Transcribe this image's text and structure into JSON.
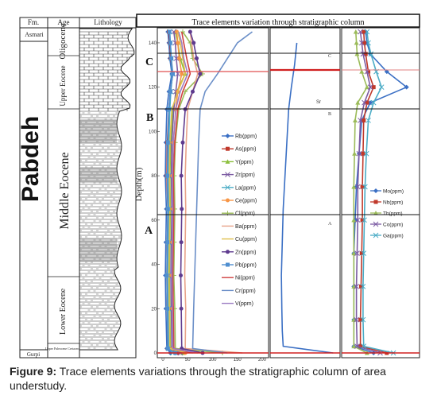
{
  "header": {
    "fm": "Fm.",
    "age": "Age",
    "lithology": "Lithology",
    "chart_title": "Trace elements variation through stratigraphic column"
  },
  "formations": {
    "top": "Asmari",
    "main": "Pabdeh",
    "bottom": "Gurpi"
  },
  "ages": {
    "oligocene": "Oligocene",
    "upper_eocene": "Upper Eocene",
    "middle_eocene": "Middle Eocene",
    "lower_eocene": "Lower Eocene",
    "upper_paleocene": "Upper Paleocene Cretaceous"
  },
  "markers": {
    "a": "A",
    "b": "B",
    "c": "C"
  },
  "caption": {
    "label": "Figure 9:",
    "text": " Trace elements variations through the stratigraphic column of area understudy."
  },
  "chart_data": [
    {
      "type": "line",
      "ylabel": "Depth(m)",
      "xlim": [
        0,
        200
      ],
      "ylim": [
        0,
        145
      ],
      "xticks": [
        0,
        50,
        100,
        150,
        200
      ],
      "yticks": [
        0,
        20,
        40,
        60,
        80,
        100,
        120,
        140
      ],
      "xtick_labels": [
        "0",
        "50",
        "100",
        "150",
        "200"
      ],
      "ytick_labels": [
        "0",
        "20",
        "40",
        "60",
        "80",
        "100",
        "120",
        "140"
      ],
      "grid": false,
      "legend_position": "right",
      "depth": [
        0,
        2,
        20,
        35,
        50,
        65,
        80,
        95,
        110,
        118,
        126,
        133,
        140,
        145
      ],
      "series": [
        {
          "name": "Rb(ppm)",
          "color": "#3a6fc4",
          "marker": "diamond",
          "values": [
            15,
            8,
            6,
            5,
            6,
            7,
            5,
            6,
            8,
            12,
            18,
            14,
            12,
            10
          ]
        },
        {
          "name": "As(ppm)",
          "color": "#c0392b",
          "marker": "square",
          "values": [
            30,
            10,
            9,
            8,
            9,
            10,
            8,
            9,
            12,
            15,
            20,
            16,
            14,
            12
          ]
        },
        {
          "name": "Y(ppm)",
          "color": "#8bbf3c",
          "marker": "triangle",
          "values": [
            40,
            15,
            14,
            13,
            14,
            15,
            14,
            16,
            20,
            28,
            45,
            35,
            30,
            25
          ]
        },
        {
          "name": "Zr(ppm)",
          "color": "#7c5ca3",
          "marker": "x",
          "values": [
            35,
            18,
            17,
            16,
            17,
            18,
            17,
            18,
            22,
            26,
            30,
            27,
            25,
            22
          ]
        },
        {
          "name": "La(ppm)",
          "color": "#4bacc6",
          "marker": "x",
          "values": [
            20,
            12,
            11,
            10,
            11,
            12,
            11,
            12,
            14,
            16,
            19,
            17,
            15,
            14
          ]
        },
        {
          "name": "Ce(ppm)",
          "color": "#f79646",
          "marker": "circle",
          "values": [
            45,
            20,
            19,
            18,
            19,
            20,
            19,
            21,
            26,
            30,
            38,
            33,
            30,
            28
          ]
        },
        {
          "name": "Cl(ppm)",
          "color": "#9bbb59",
          "marker": "plus",
          "values": [
            120,
            25,
            24,
            22,
            23,
            24,
            23,
            25,
            32,
            45,
            80,
            60,
            55,
            40
          ]
        },
        {
          "name": "Ba(ppm)",
          "color": "#e8a38a",
          "marker": "none",
          "values": [
            160,
            45,
            46,
            44,
            45,
            46,
            45,
            47,
            50,
            60,
            70,
            62,
            58,
            55
          ]
        },
        {
          "name": "Cu(ppm)",
          "color": "#e0c050",
          "marker": "none",
          "values": [
            50,
            14,
            13,
            12,
            13,
            14,
            13,
            14,
            18,
            30,
            45,
            40,
            35,
            30
          ]
        },
        {
          "name": "Zn(ppm)",
          "color": "#5e3a8e",
          "marker": "circle",
          "values": [
            80,
            38,
            37,
            36,
            37,
            38,
            37,
            40,
            45,
            60,
            75,
            68,
            62,
            55
          ]
        },
        {
          "name": "Pb(ppm)",
          "color": "#4f8fd0",
          "marker": "square",
          "values": [
            25,
            10,
            9,
            8,
            9,
            10,
            9,
            10,
            12,
            15,
            20,
            17,
            15,
            13
          ]
        },
        {
          "name": "Ni(ppm)",
          "color": "#d04040",
          "marker": "none",
          "values": [
            60,
            22,
            21,
            20,
            21,
            22,
            21,
            24,
            30,
            40,
            55,
            48,
            42,
            38
          ]
        },
        {
          "name": "Cr(ppm)",
          "color": "#6b8fc8",
          "marker": "none",
          "values": [
            130,
            60,
            62,
            64,
            66,
            68,
            70,
            72,
            75,
            85,
            110,
            130,
            150,
            180
          ]
        },
        {
          "name": "V(ppm)",
          "color": "#9b7cc2",
          "marker": "none",
          "values": [
            70,
            20,
            19,
            18,
            19,
            20,
            19,
            21,
            26,
            35,
            50,
            42,
            38,
            32
          ]
        }
      ]
    },
    {
      "type": "line",
      "annotation": "Sr",
      "markers": [
        "A",
        "B",
        "C"
      ],
      "depth": [
        0,
        3,
        10,
        20,
        35,
        50,
        65,
        80,
        95,
        110,
        120,
        130,
        140
      ],
      "series": [
        {
          "name": "Sr",
          "color": "#3a6fc4",
          "values": [
            1.3,
            0.2,
            0.18,
            0.17,
            0.16,
            0.18,
            0.2,
            0.24,
            0.28,
            0.32,
            0.38,
            0.45,
            0.5
          ]
        }
      ]
    },
    {
      "type": "line",
      "legend_position": "left",
      "depth": [
        0,
        3,
        15,
        30,
        45,
        60,
        75,
        90,
        105,
        113,
        120,
        127,
        135,
        140,
        145
      ],
      "series": [
        {
          "name": "Mo(ppm)",
          "color": "#3a6fc4",
          "marker": "diamond",
          "values": [
            4,
            1,
            1,
            1,
            1,
            1.2,
            1.4,
            1.8,
            2.2,
            3.5,
            9,
            6,
            3.5,
            3,
            2.8
          ]
        },
        {
          "name": "Nb(ppm)",
          "color": "#c0392b",
          "marker": "square",
          "values": [
            6,
            2,
            2,
            2.1,
            2.2,
            2.3,
            2.3,
            2.4,
            2.5,
            3,
            4,
            3.2,
            2.8,
            2.6,
            2.5
          ]
        },
        {
          "name": "Th(ppm)",
          "color": "#9bbb59",
          "marker": "triangle",
          "values": [
            3,
            1,
            1,
            1,
            1,
            1,
            1,
            1.1,
            1.2,
            1.6,
            3,
            2.2,
            1.5,
            1.4,
            1.3
          ]
        },
        {
          "name": "Co(ppm)",
          "color": "#7c5ca3",
          "marker": "x",
          "values": [
            5,
            1.5,
            1.4,
            1.4,
            1.5,
            1.6,
            1.6,
            1.8,
            2,
            2.6,
            3.5,
            3,
            2.4,
            2.2,
            2
          ]
        },
        {
          "name": "Ga(ppm)",
          "color": "#4bacc6",
          "marker": "x",
          "values": [
            7,
            2.5,
            2.4,
            2.4,
            2.5,
            2.6,
            2.7,
            2.9,
            3.2,
            4,
            5.2,
            4.4,
            3.6,
            3.2,
            3
          ]
        }
      ]
    }
  ]
}
